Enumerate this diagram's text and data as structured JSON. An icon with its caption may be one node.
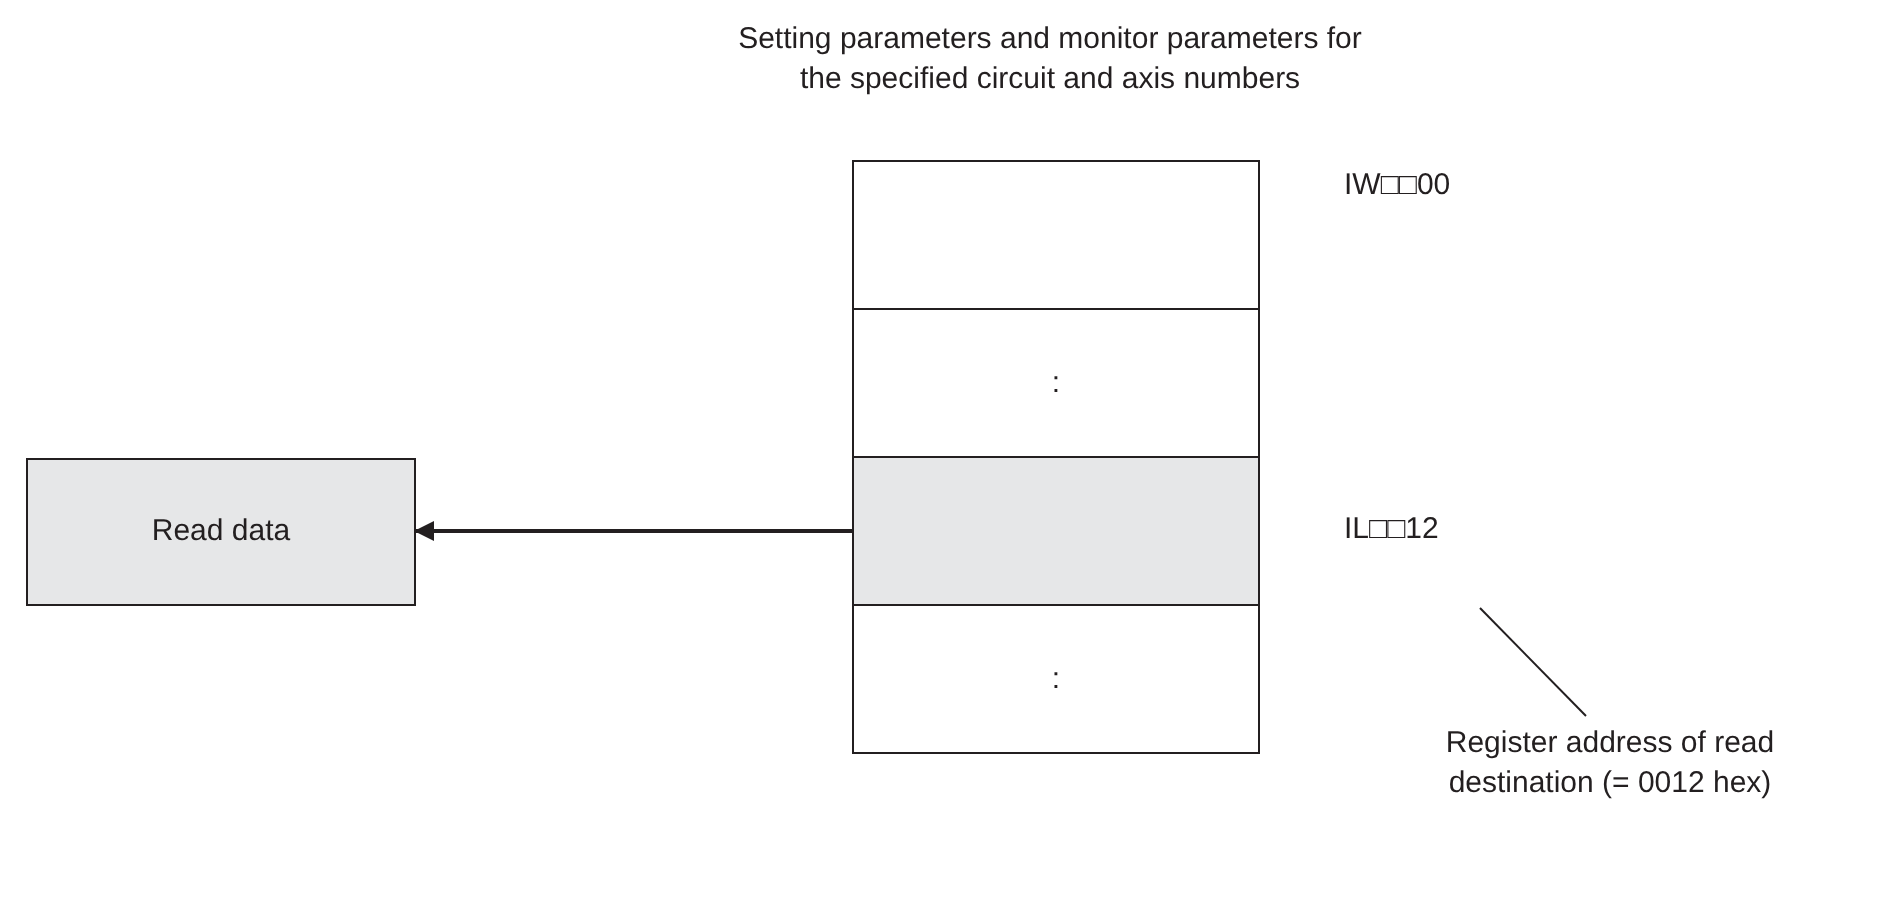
{
  "diagram": {
    "nodes": [
      {
        "text": [
          "Read data"
        ]
      },
      {
        "text": [
          "Setting parameters and monitor parameters for the specified circuit and axis numbers"
        ]
      },
      {
        "text": [],
        "shape": "box",
        "in": 1,
        "beside": [
          "IW□□00"
        ]
      },
      {
        "text": [
          ":"
        ],
        "in": 1
      },
      {
        "text": [],
        "shape": "box",
        "in": 1,
        "beside": [
          "IL□□12"
        ]
      },
      {
        "text": [
          ":"
        ],
        "in": 1
      },
      {
        "text": [
          "Register address of read destination (= 0012 hex)"
        ]
      }
    ],
    "edges": [
      {
        "from": 4,
        "to": 0,
        "arrow": "to"
      },
      {
        "from": 6,
        "to": null,
        "arrow": "none"
      }
    ]
  }
}
